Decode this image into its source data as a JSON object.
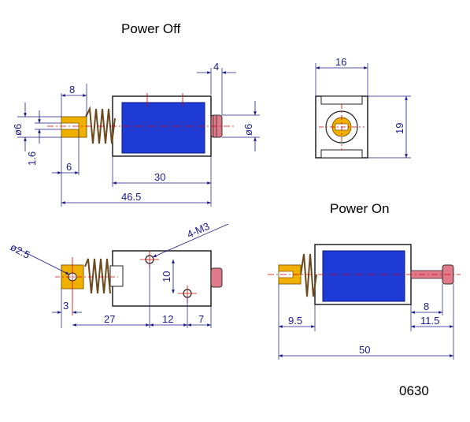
{
  "titles": {
    "power_off": "Power Off",
    "power_on": "Power On"
  },
  "model_code": "0630",
  "colors": {
    "dimension_line": "#1a1a8c",
    "coil": "#1f3bd6",
    "plunger_tip": "#f0b000",
    "spring": "#6b4a1e",
    "end_cap": "#e07a8a",
    "center_line": "#d40000",
    "outline": "#222222"
  },
  "dimensions": {
    "top_view": {
      "plunger_dia_left": "ø6",
      "plunger_dia_right": "ø6",
      "slot": "1.6",
      "plunger_len": "8",
      "slot_depth": "6",
      "cap_len": "4",
      "body_len": "30",
      "total_len": "46.5"
    },
    "end_view": {
      "width": "16",
      "height": "19"
    },
    "bottom_view": {
      "hole_dia": "ø2.5",
      "mount_thread": "4-M3",
      "hole_offset": "3",
      "hole_to_mount": "27",
      "mount_spacing": "12",
      "mount_to_end": "7",
      "mount_vertical": "10"
    },
    "power_on_view": {
      "plunger_ext": "9.5",
      "rod_len": "8",
      "rod_total": "11.5",
      "total_len": "50"
    }
  }
}
